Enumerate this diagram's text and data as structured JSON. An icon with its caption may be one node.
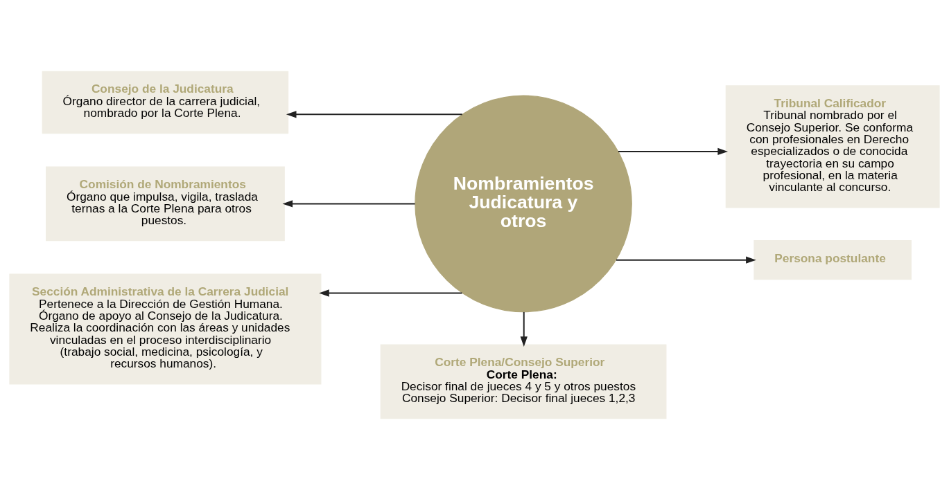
{
  "diagram": {
    "nodes": [
      {
        "text": [
          "Consejo de la Judicatura",
          "Órgano director de la carrera judicial, nombrado por la Corte Plena."
        ]
      },
      {
        "text": [
          "Corte Plena/Consejo Superior",
          "Corte Plena:",
          "Decisor final de jueces 4 y 5 y otros puestos",
          "Consejo Superior: Decisor final jueces 1,2,3"
        ]
      },
      {
        "text": [
          "Comisión de Nombramientos",
          "Órgano que impulsa, vigila, traslada ternas a la Corte Plena para otros puestos."
        ]
      },
      {
        "text": [
          "Sección Administrativa de la Carrera Judicial",
          "Pertenece a la Dirección de Gestión Humana. Órgano de apoyo al Consejo de la Judicatura. Realiza la coordinación con las áreas y unidades vinculadas en el proceso interdisciplinario (trabajo social, medicina, psicología, y recursos humanos)."
        ]
      },
      {
        "text": [
          "Nombramientos Judicatura y otros"
        ]
      },
      {
        "text": [
          "Tribunal Calificador",
          "Tribunal nombrado por el Consejo Superior. Se conforma con profesionales en Derecho especializados o de conocida trayectoria en su campo profesional, en la materia vinculante al concurso."
        ]
      },
      {
        "text": [
          "Persona postulante"
        ]
      }
    ],
    "edges": [
      {
        "from": 4,
        "to": 0,
        "arrow": "to"
      },
      {
        "from": 4,
        "to": 1,
        "arrow": "to"
      },
      {
        "from": 4,
        "to": 2,
        "arrow": "to"
      },
      {
        "from": 4,
        "to": 3,
        "arrow": "to"
      },
      {
        "from": 4,
        "to": 5,
        "arrow": "to"
      },
      {
        "from": 4,
        "to": 6,
        "arrow": "to"
      }
    ]
  }
}
